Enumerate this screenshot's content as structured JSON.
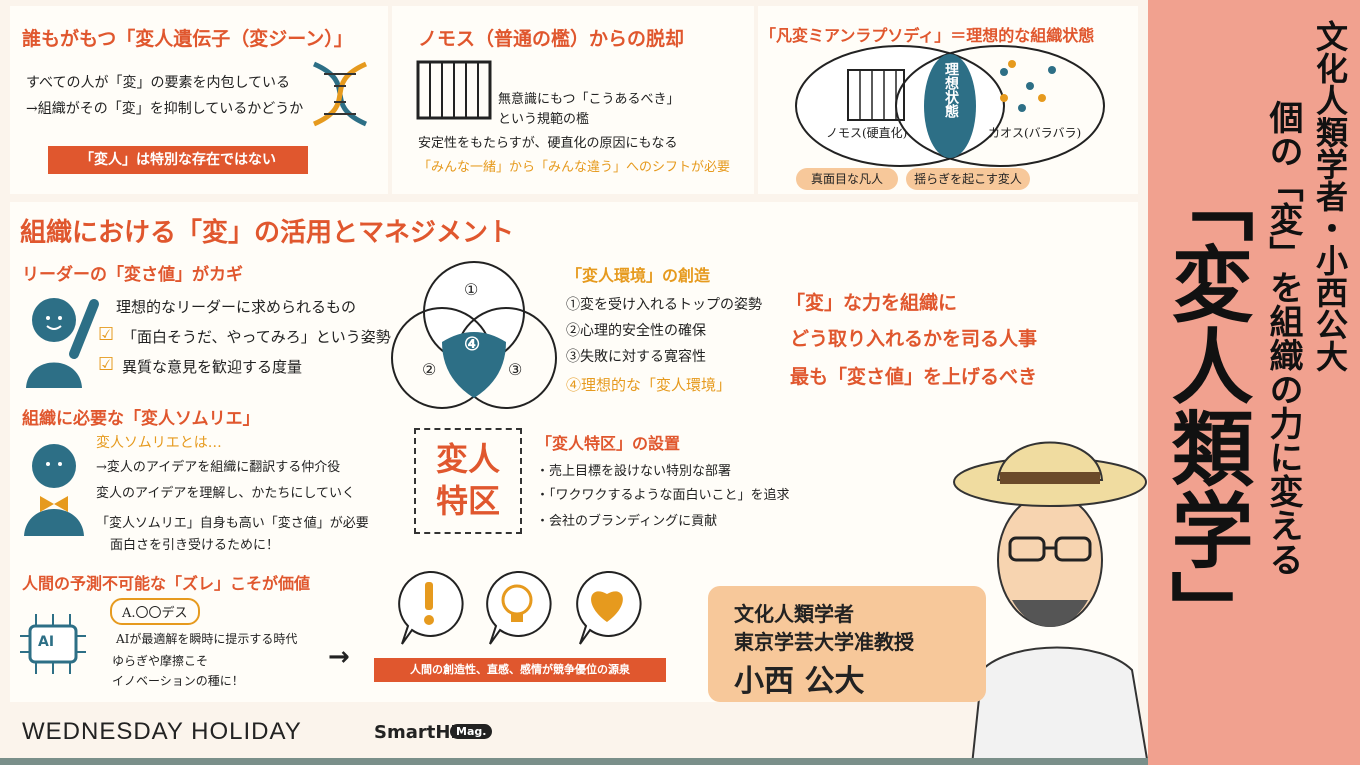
{
  "colors": {
    "accent": "#e0572e",
    "teal": "#2d6f86",
    "mustard": "#e69a1e",
    "side": "#f1a18f",
    "cream": "#fbf4ec",
    "peach": "#f7c89a"
  },
  "side": {
    "title1": "文化人類学者・小西公大",
    "title2": "個の「変」を組織の力に変える",
    "big": "「変人類学」"
  },
  "top1": {
    "heading": "誰もがもつ「変人遺伝子（変ジーン）」",
    "line1": "すべての人が「変」の要素を内包している",
    "line2": "→組織がその「変」を抑制しているかどうか",
    "banner": "「変人」は特別な存在ではない",
    "icon": "dna-icon"
  },
  "top2": {
    "heading": "ノモス（普通の檻）からの脱却",
    "line1": "無意識にもつ「こうあるべき」",
    "line2": "という規範の檻",
    "line3": "安定性をもたらすが、硬直化の原因にもなる",
    "line4": "「みんな一緒」から「みんな違う」へのシフトが必要",
    "icon": "cage-icon"
  },
  "top3": {
    "heading": "「凡変ミアンラプソディ」＝理想的な組織状態",
    "center": "理想状態",
    "left": "ノモス(硬直化)",
    "right": "カオス(バラバラ)",
    "badge1": "真面目な凡人",
    "badge2": "揺らぎを起こす変人"
  },
  "main": {
    "heading": "組織における「変」の活用とマネジメント"
  },
  "leader": {
    "heading": "リーダーの「変さ値」がカギ",
    "line1": "理想的なリーダーに求められるもの",
    "check1": "「面白そうだ、やってみろ」という姿勢",
    "check2": "異質な意見を歓迎する度量"
  },
  "sommelier": {
    "heading": "組織に必要な「変人ソムリエ」",
    "q": "変人ソムリエとは…",
    "l1": "→変人のアイデアを組織に翻訳する仲介役",
    "l2": "変人のアイデアを理解し、かたちにしていく",
    "l3": "「変人ソムリエ」自身も高い「変さ値」が必要",
    "l4": "面白さを引き受けるために！"
  },
  "venn": {
    "n1": "①",
    "n2": "②",
    "n3": "③",
    "n4": "④"
  },
  "env": {
    "heading": "「変人環境」の創造",
    "i1": "①変を受け入れるトップの姿勢",
    "i2": "②心理的安全性の確保",
    "i3": "③失敗に対する寛容性",
    "i4": "④理想的な「変人環境」"
  },
  "hr": {
    "l1": "「変」な力を組織に",
    "l2": "どう取り入れるかを司る人事",
    "l3": "最も「変さ値」を上げるべき"
  },
  "zone": {
    "box": "変人特区",
    "heading": "「変人特区」の設置",
    "i1": "・売上目標を設けない特別な部署",
    "i2": "・「ワクワクするような面白いこと」を追求",
    "i3": "・会社のブランディングに貢献"
  },
  "ai": {
    "heading": "人間の予測不可能な「ズレ」こそが価値",
    "chip": "AI",
    "bubble": "A.〇〇デス",
    "l1": "AIが最適解を瞬時に提示する時代",
    "l2": "ゆらぎや摩擦こそ",
    "l3": "イノベーションの種に！",
    "arrow": "→",
    "banner": "人間の創造性、直感、感情が競争優位の源泉",
    "icons": [
      "exclamation-icon",
      "lightbulb-icon",
      "heart-icon"
    ]
  },
  "profile": {
    "role": "文化人類学者",
    "org": "東京学芸大学准教授",
    "name": "小西 公大"
  },
  "footer": {
    "brand": "WEDNESDAY HOLIDAY",
    "logo": "SmartHR",
    "badge": "Mag."
  }
}
